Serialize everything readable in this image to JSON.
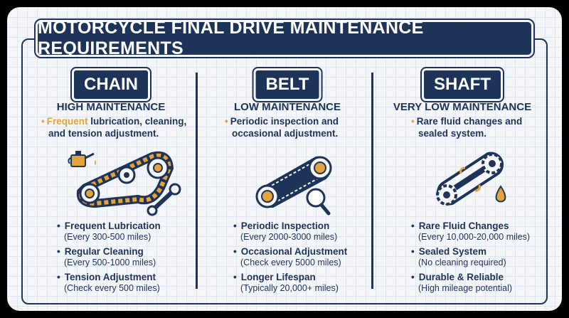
{
  "title": "MOTORCYCLE FINAL DRIVE MAINTENANCE REQUIREMENTS",
  "colors": {
    "navy": "#1e3358",
    "accent": "#e3a23a",
    "background": "#f4f6f9"
  },
  "columns": [
    {
      "name": "CHAIN",
      "level": "HIGH MAINTENANCE",
      "summary_accent": "Frequent",
      "summary_rest_1": " lubrication, cleaning,",
      "summary_line_2": "and tension adjustment.",
      "illustration": [
        "oil-can-icon",
        "chain-icon",
        "wrench-icon",
        "oil-drop-icon"
      ],
      "items": [
        {
          "title": "Frequent Lubrication",
          "detail": "(Every 300-500 miles)"
        },
        {
          "title": "Regular Cleaning",
          "detail": "(Every 500-1000 miles)"
        },
        {
          "title": "Tension Adjustment",
          "detail": "(Check every 500 miles)"
        }
      ]
    },
    {
      "name": "BELT",
      "level": "LOW MAINTENANCE",
      "summary_line_1": "Periodic inspection and",
      "summary_line_2": "occasional adjustment.",
      "illustration": [
        "belt-drive-icon",
        "magnifier-icon"
      ],
      "items": [
        {
          "title": "Periodic Inspection",
          "detail": "(Every 2000-3000 miles)"
        },
        {
          "title": "Occasional Adjustment",
          "detail": "(Check every 5000 miles)"
        },
        {
          "title": "Longer Lifespan",
          "detail": "(Typically 20,000+ miles)"
        }
      ]
    },
    {
      "name": "SHAFT",
      "level": "VERY LOW MAINTENANCE",
      "summary_line_1": "Rare fluid changes and",
      "summary_line_2": "sealed system.",
      "illustration": [
        "shaft-drive-icon",
        "oil-drop-icon"
      ],
      "items": [
        {
          "title": "Rare Fluid Changes",
          "detail": "(Every 10,000-20,000 miles)"
        },
        {
          "title": "Sealed System",
          "detail": "(No cleaning required)"
        },
        {
          "title": "Durable & Reliable",
          "detail": "(High mileage potential)"
        }
      ]
    }
  ]
}
